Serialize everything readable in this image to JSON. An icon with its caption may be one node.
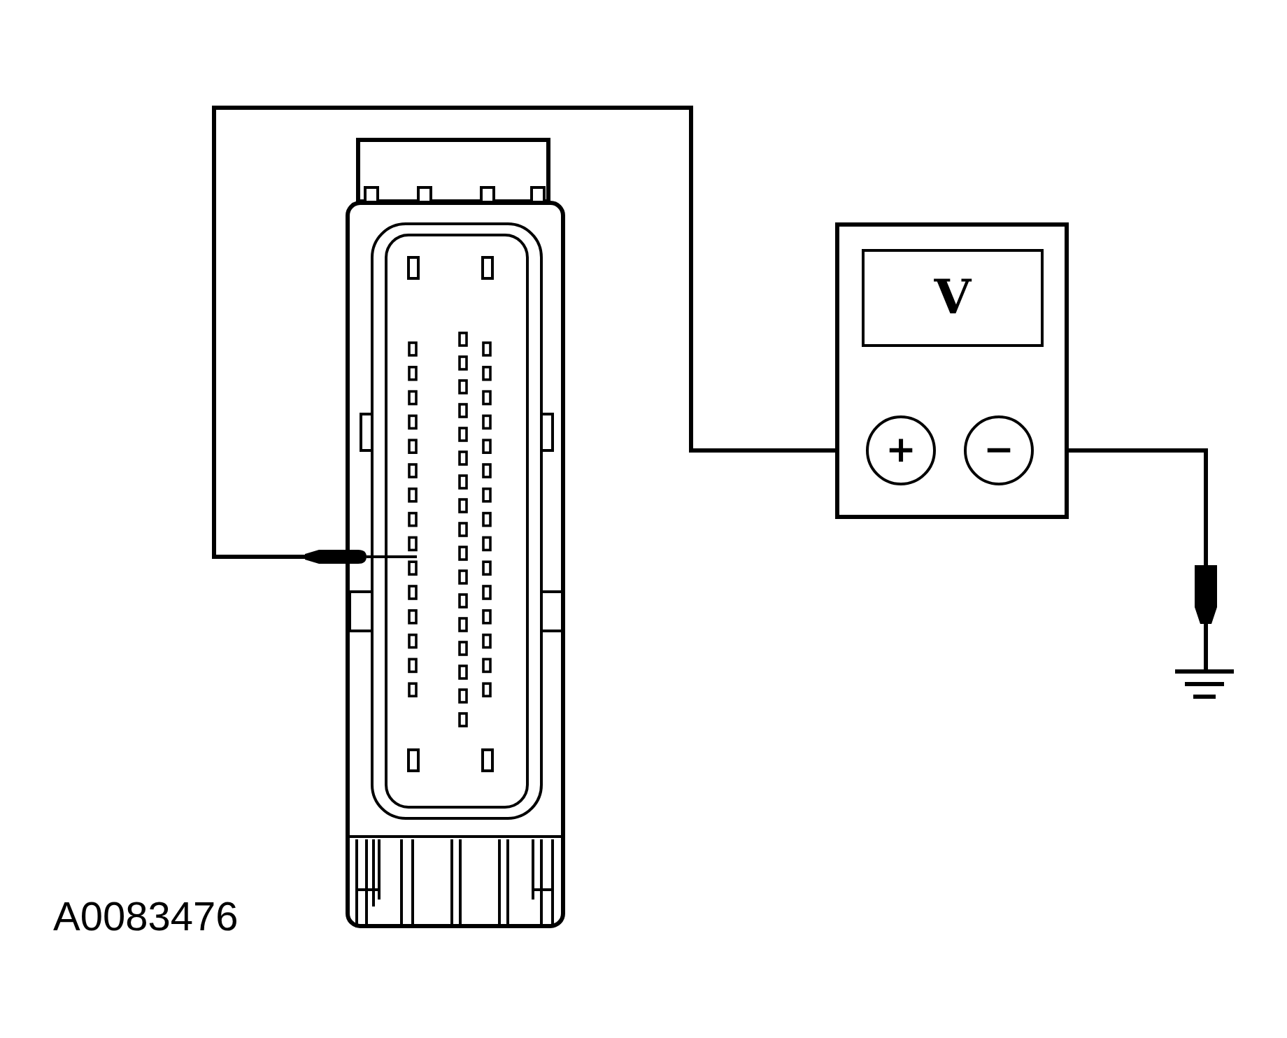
{
  "diagram": {
    "nodes": [
      {
        "text": [],
        "shape": "box"
      },
      {
        "text": [
          "V"
        ],
        "in": 0
      },
      {
        "text": [
          "+"
        ],
        "in": 0
      },
      {
        "text": [
          "−"
        ],
        "in": 0
      },
      {
        "text": [],
        "shape": "picture"
      },
      {
        "text": [],
        "shape": "picture"
      }
    ],
    "edges": [
      {
        "from": 2,
        "to": 4,
        "arrow": "none"
      },
      {
        "from": 3,
        "to": 5,
        "arrow": "none"
      }
    ],
    "labels": [
      "A0083476"
    ]
  }
}
